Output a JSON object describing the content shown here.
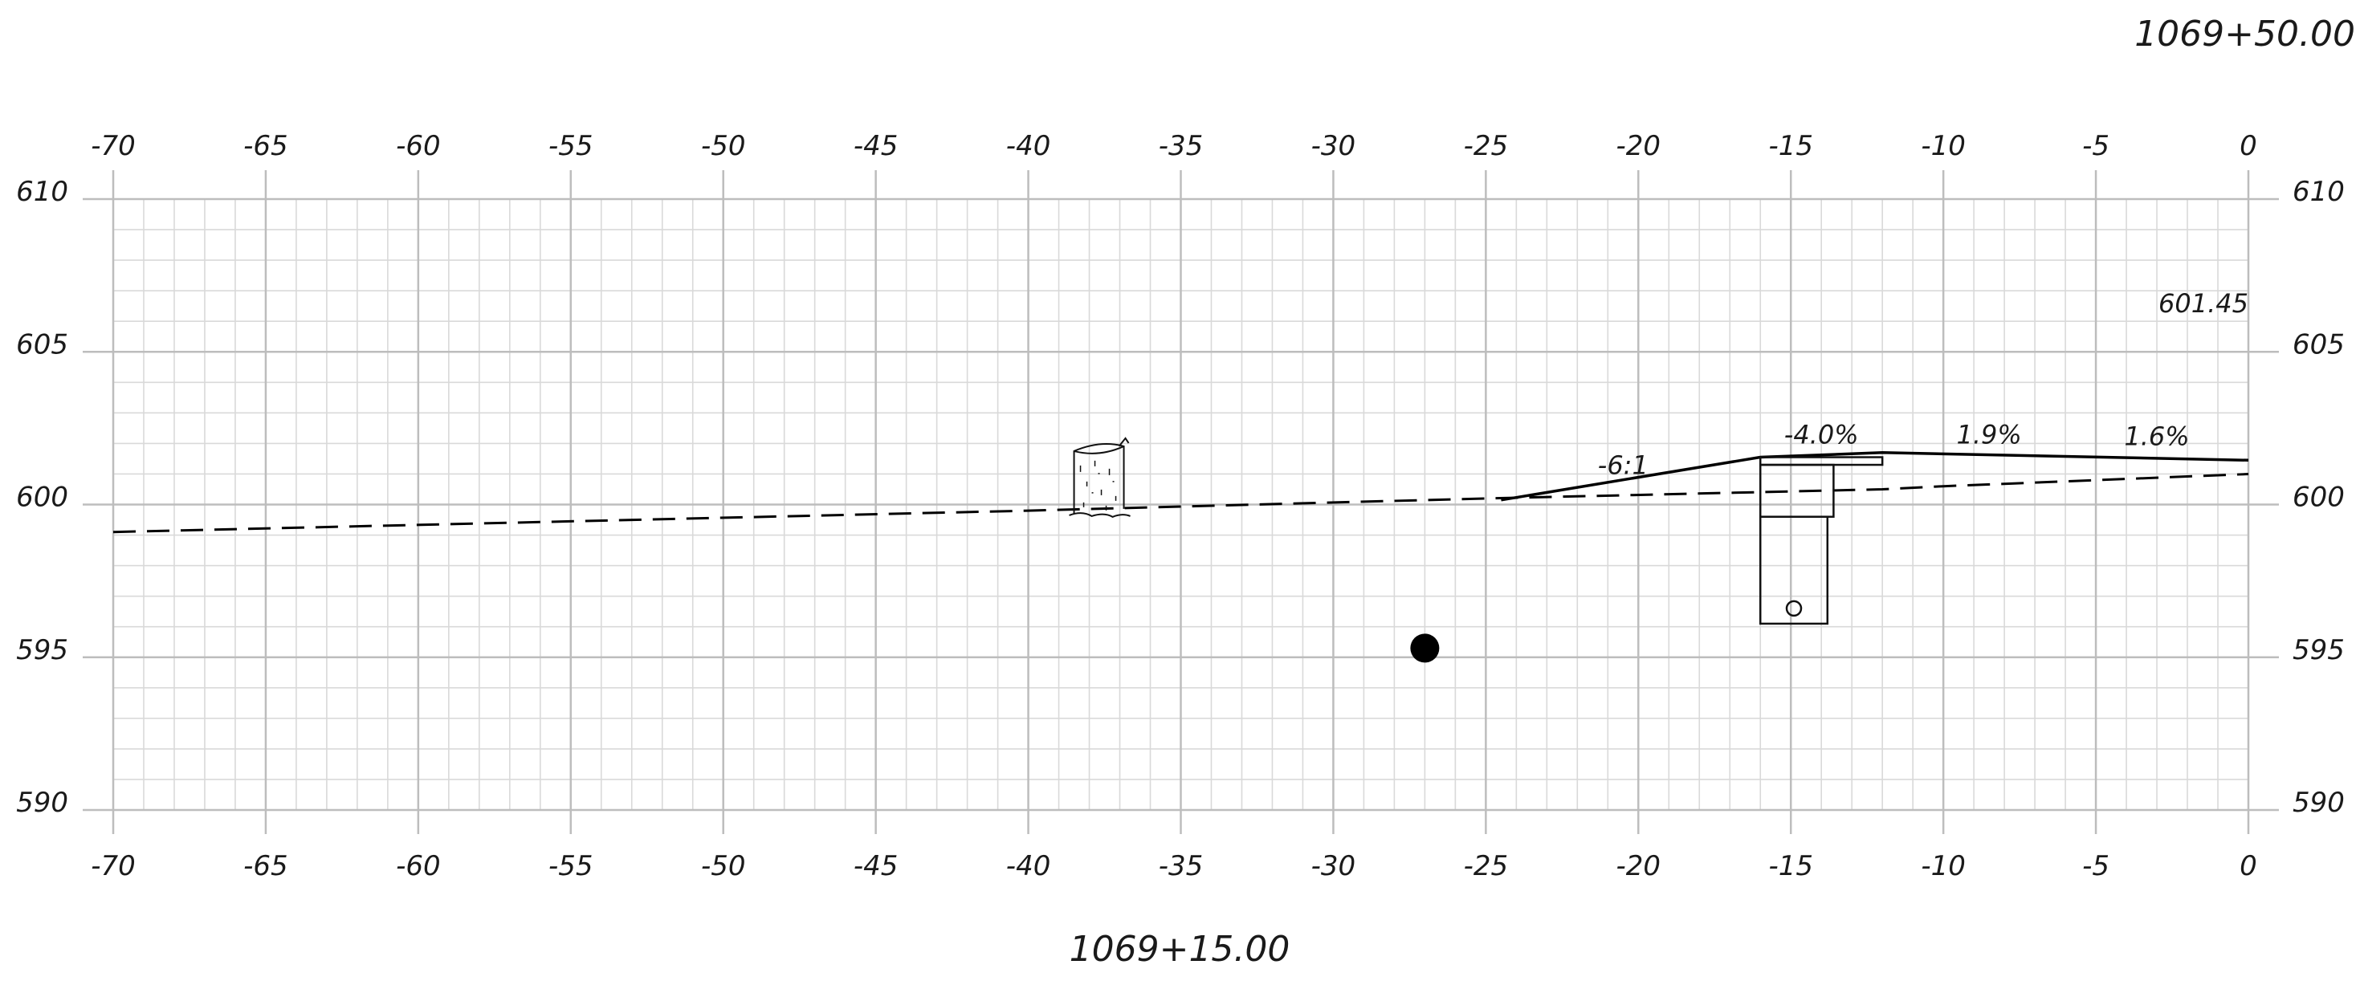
{
  "station_top": "1069+50.00",
  "station_bottom": "1069+15.00",
  "offset_ticks": [
    "-70",
    "-65",
    "-60",
    "-55",
    "-50",
    "-45",
    "-40",
    "-35",
    "-30",
    "-25",
    "-20",
    "-15",
    "-10",
    "-5",
    "0"
  ],
  "elevation_ticks": [
    "610",
    "605",
    "600",
    "595",
    "590"
  ],
  "annotations": {
    "centerline_elevation": "601.45",
    "slope_fill": "-6:1",
    "grade_shoulder": "-4.0%",
    "grade_lane_1": "1.9%",
    "grade_lane_2": "1.6%"
  },
  "chart_data": {
    "type": "line",
    "xlim": [
      -70,
      0
    ],
    "ylim": [
      590,
      610
    ],
    "grid": true,
    "series": [
      {
        "x": [
          -70,
          -40,
          -25,
          -12,
          -10,
          0
        ],
        "y": [
          599.1,
          599.8,
          600.2,
          600.5,
          600.6,
          601.0
        ]
      },
      {
        "x": [
          -24.5,
          -16,
          -12,
          0
        ],
        "y": [
          600.15,
          601.55,
          601.7,
          601.45
        ]
      }
    ],
    "structures": [
      {
        "name": "tree stump",
        "x": -37.5,
        "y": 600
      },
      {
        "name": "pipe",
        "x": -27,
        "y": 595.3
      },
      {
        "name": "curb and inlet box",
        "x": -15,
        "y": 596.2
      }
    ]
  }
}
